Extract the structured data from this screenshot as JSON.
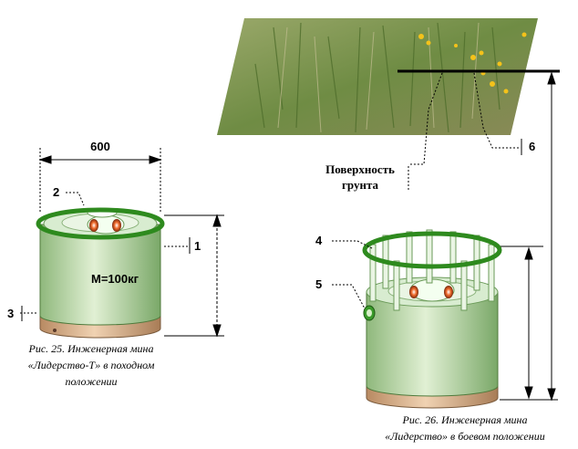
{
  "left_figure": {
    "dimension_label": "600",
    "mass_label": "М=100кг",
    "callout_1": "1",
    "callout_2": "2",
    "callout_3": "3",
    "caption_line1": "Рис. 25. Инженерная мина",
    "caption_line2": "«Лидерство-Т» в походном",
    "caption_line3": "положении"
  },
  "right_figure": {
    "callout_4": "4",
    "callout_5": "5",
    "callout_6": "6",
    "surface_line1": "Поверхность",
    "surface_line2": "грунта",
    "caption_line1": "Рис. 26. Инженерная мина",
    "caption_line2": "«Лидерство» в боевом положении"
  },
  "colors": {
    "body": "#b9d8a5",
    "ring": "#2e8a1e",
    "base": "#d7b08a",
    "grass": "#7f9a52"
  }
}
